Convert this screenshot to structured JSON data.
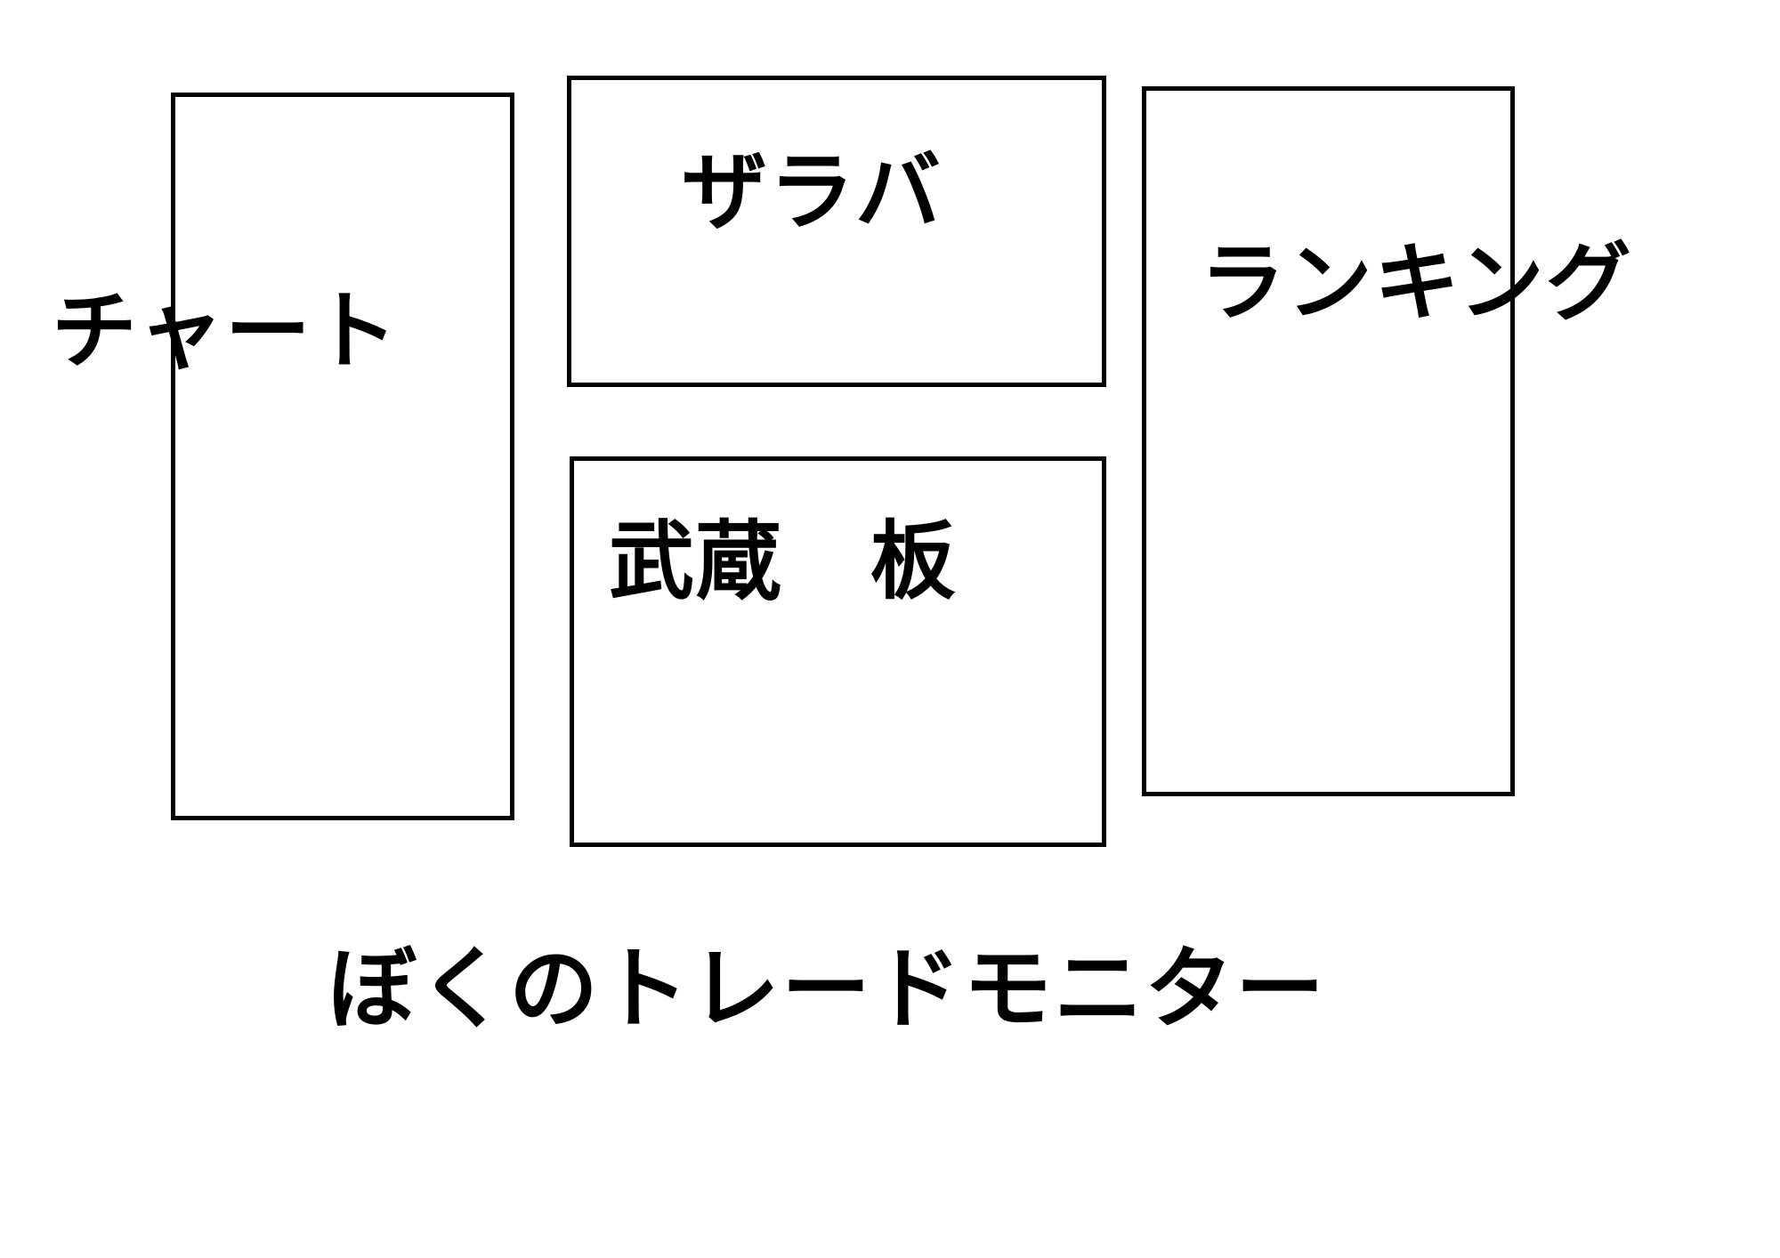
{
  "page": {
    "background_color": "#ffffff",
    "line_color": "#000000",
    "text_color": "#000000",
    "caption": "ぼくのトレードモニター"
  },
  "panels": [
    {
      "id": "chart",
      "label": "チャート",
      "orientation": "portrait",
      "position": "left"
    },
    {
      "id": "zaraba",
      "label": "ザラバ",
      "orientation": "landscape",
      "position": "center-top"
    },
    {
      "id": "board",
      "label": "武蔵　板",
      "orientation": "landscape",
      "position": "center-bottom"
    },
    {
      "id": "ranking",
      "label": "ランキング",
      "orientation": "portrait",
      "position": "right"
    }
  ]
}
